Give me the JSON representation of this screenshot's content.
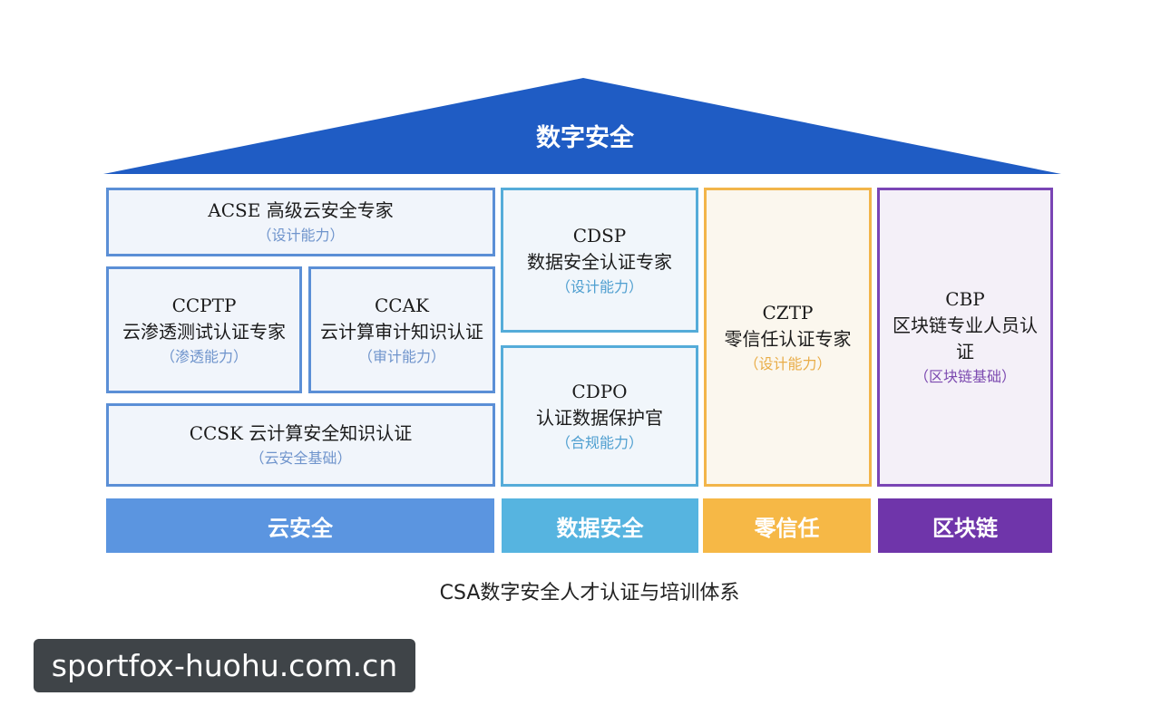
{
  "roof": {
    "title": "数字安全",
    "color": "#1f5cc4"
  },
  "boxes": {
    "acse": {
      "title": "ACSE 高级云安全专家",
      "caption": "（设计能力）"
    },
    "ccptp": {
      "code": "CCPTP",
      "name": "云渗透测试认证专家",
      "caption": "（渗透能力）"
    },
    "ccak": {
      "code": "CCAK",
      "name": "云计算审计知识认证",
      "caption": "（审计能力）"
    },
    "ccsk": {
      "title": "CCSK 云计算安全知识认证",
      "caption": "（云安全基础）"
    },
    "cdsp": {
      "code": "CDSP",
      "name": "数据安全认证专家",
      "caption": "（设计能力）"
    },
    "cdpo": {
      "code": "CDPO",
      "name": "认证数据保护官",
      "caption": "（合规能力）"
    },
    "cztp": {
      "code": "CZTP",
      "name": "零信任认证专家",
      "caption": "（设计能力）"
    },
    "cbp": {
      "code": "CBP",
      "name_line1": "区块链专业人员认",
      "name_line2": "证",
      "caption": "（区块链基础）"
    }
  },
  "pillars": [
    {
      "label": "云安全",
      "color": "#5b95e0"
    },
    {
      "label": "数据安全",
      "color": "#56b4e0"
    },
    {
      "label": "零信任",
      "color": "#f6b846"
    },
    {
      "label": "区块链",
      "color": "#6f35aa"
    }
  ],
  "caption": "CSA数字安全人才认证与培训体系",
  "watermark": "sportfox-huohu.com.cn"
}
